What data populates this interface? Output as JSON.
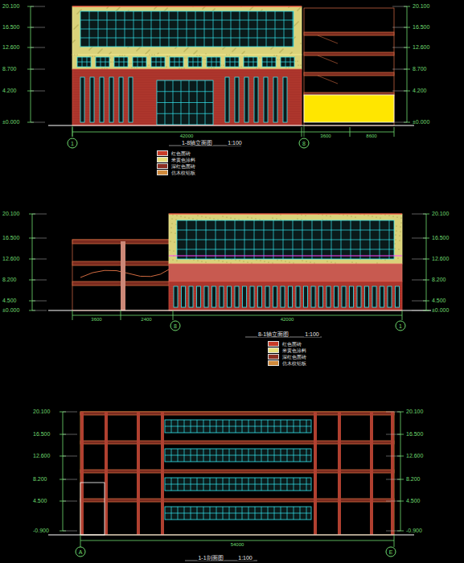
{
  "diagram": {
    "labels": [
      "20.100",
      "16.500",
      "12.600",
      "8.700",
      "4.200",
      "±0.000",
      "20.100",
      "16.500",
      "12.600",
      "8.700",
      "4.200",
      "±0.000",
      "42000",
      "3600",
      "8600",
      "1",
      "8",
      "1-8轴立面图",
      "1:100",
      "20.100",
      "16.500",
      "12.600",
      "8.200",
      "4.500",
      "±0.000",
      "20.100",
      "16.500",
      "12.600",
      "8.200",
      "4.500",
      "±0.000",
      "3600",
      "2400",
      "42000",
      "8",
      "1",
      "8-1轴立面图",
      "1:100",
      "20.100",
      "16.500",
      "12.600",
      "8.200",
      "4.500",
      "-0.900",
      "20.100",
      "16.500",
      "12.600",
      "8.200",
      "4.500",
      "-0.900",
      "54000",
      "A",
      "E",
      "1-1剖面图",
      "1:100"
    ],
    "legend": [
      {
        "text": "红色面砖",
        "color": "#c83c28"
      },
      {
        "text": "米黄色涂料",
        "color": "#e8df7a"
      },
      {
        "text": "深红色面砖",
        "color": "#8b2e22"
      },
      {
        "text": "仿木纹铝板",
        "color": "#d08a3c"
      },
      {
        "text": "红色面砖",
        "color": "#c83c28"
      },
      {
        "text": "米黄色涂料",
        "color": "#e8df7a"
      },
      {
        "text": "深红色面砖",
        "color": "#8b2e22"
      },
      {
        "text": "仿木纹铝板",
        "color": "#d08a3c"
      }
    ]
  }
}
